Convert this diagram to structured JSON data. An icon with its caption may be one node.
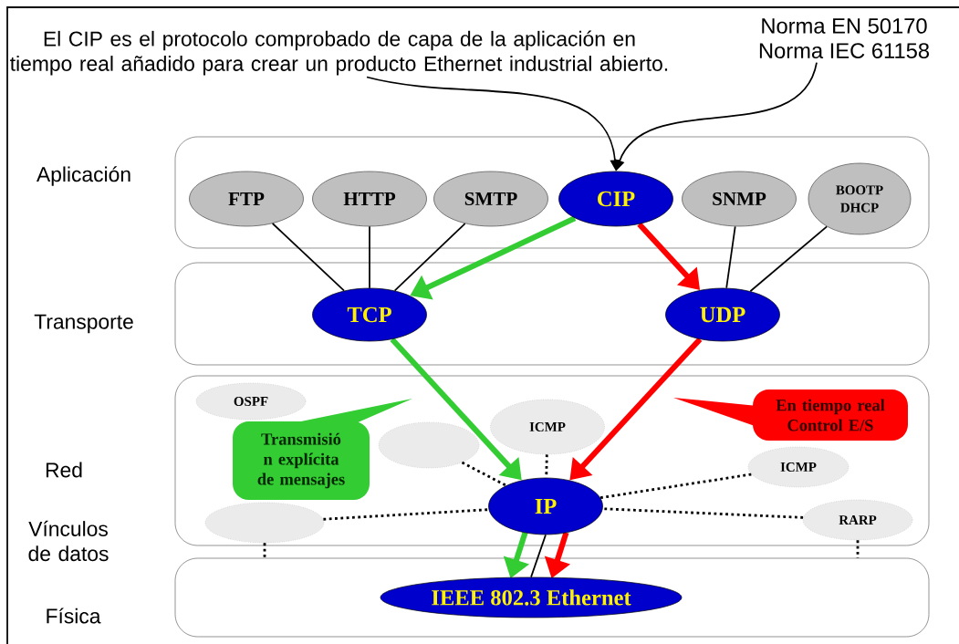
{
  "diagram": {
    "nodes": [
      {
        "text": [
          "El CIP es el protocolo comprobado de capa de  la aplicación en tiempo real añadido para crear un producto Ethernet industrial abierto."
        ]
      },
      {
        "text": [
          "Norma EN 50170",
          "Norma IEC 61158"
        ]
      },
      {
        "text": [],
        "shape": "box",
        "beside": [
          "Aplicación"
        ]
      },
      {
        "text": [],
        "shape": "box",
        "beside": [
          "Transporte"
        ]
      },
      {
        "text": [],
        "shape": "box",
        "beside": [
          "Red",
          "Vínculos de datos"
        ]
      },
      {
        "text": [],
        "shape": "box",
        "beside": [
          "Física"
        ]
      },
      {
        "text": [
          "FTP"
        ],
        "in": 2
      },
      {
        "text": [
          "HTTP"
        ],
        "in": 2
      },
      {
        "text": [
          "SMTP"
        ],
        "in": 2
      },
      {
        "text": [
          "CIP"
        ],
        "in": 2
      },
      {
        "text": [
          "SNMP"
        ],
        "in": 2
      },
      {
        "text": [
          "BOOTP DHCP"
        ],
        "in": 2
      },
      {
        "text": [
          "TCP"
        ],
        "in": 3
      },
      {
        "text": [
          "UDP"
        ],
        "in": 3
      },
      {
        "text": [
          "OSPF"
        ],
        "in": 4
      },
      {
        "text": [],
        "shape": "ellipse",
        "in": 4
      },
      {
        "text": [],
        "shape": "ellipse",
        "in": 4
      },
      {
        "text": [
          "ICMP"
        ],
        "in": 4
      },
      {
        "text": [
          "ICMP"
        ],
        "in": 4
      },
      {
        "text": [
          "RARP"
        ],
        "in": 4
      },
      {
        "text": [
          "IP"
        ],
        "in": 4
      },
      {
        "text": [
          "Transmisió n explícita de mensajes"
        ],
        "in": 4
      },
      {
        "text": [
          "En tiempo real Control E/S"
        ],
        "in": 4
      },
      {
        "text": [
          "IEEE 802.3 Ethernet"
        ],
        "in": 5
      }
    ],
    "edges": [
      {
        "from": 0,
        "to": 9,
        "arrow": "to"
      },
      {
        "from": 1,
        "to": 9,
        "arrow": "to"
      },
      {
        "from": 6,
        "to": 12,
        "arrow": "none"
      },
      {
        "from": 7,
        "to": 12,
        "arrow": "none"
      },
      {
        "from": 8,
        "to": 12,
        "arrow": "none"
      },
      {
        "from": 10,
        "to": 13,
        "arrow": "none"
      },
      {
        "from": 11,
        "to": 13,
        "arrow": "none"
      },
      {
        "from": 9,
        "to": 12,
        "arrow": "to",
        "style": "thick",
        "color": "#33cc33"
      },
      {
        "from": 9,
        "to": 13,
        "arrow": "to",
        "style": "thick",
        "color": "#ff0000"
      },
      {
        "from": 12,
        "to": 20,
        "arrow": "to",
        "style": "thick",
        "color": "#33cc33"
      },
      {
        "from": 13,
        "to": 20,
        "arrow": "to",
        "style": "thick",
        "color": "#ff0000"
      },
      {
        "from": 15,
        "to": 20,
        "arrow": "none",
        "style": "dashed"
      },
      {
        "from": 16,
        "to": 20,
        "arrow": "none",
        "style": "dashed"
      },
      {
        "from": 17,
        "to": 20,
        "arrow": "none",
        "style": "dashed"
      },
      {
        "from": 18,
        "to": 20,
        "arrow": "none",
        "style": "dashed"
      },
      {
        "from": 19,
        "to": 20,
        "arrow": "none",
        "style": "dashed"
      },
      {
        "from": 16,
        "to": 5,
        "arrow": "none",
        "style": "dashed"
      },
      {
        "from": 19,
        "to": 5,
        "arrow": "none",
        "style": "dashed"
      },
      {
        "from": 20,
        "to": 23,
        "arrow": "to",
        "style": "thick",
        "color": "#33cc33"
      },
      {
        "from": 20,
        "to": 23,
        "arrow": "none"
      },
      {
        "from": 20,
        "to": 23,
        "arrow": "to",
        "style": "thick",
        "color": "#ff0000"
      }
    ]
  }
}
